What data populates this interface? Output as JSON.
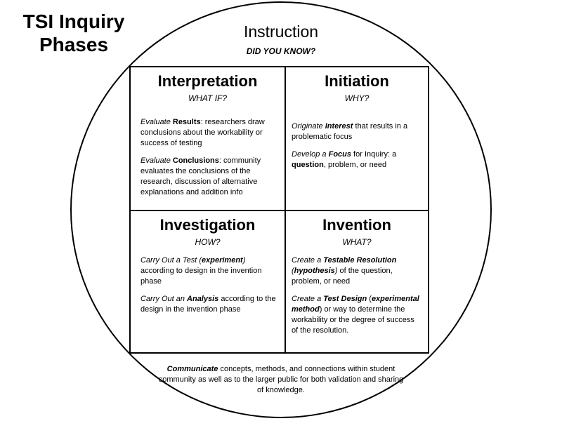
{
  "title": {
    "line1": "TSI Inquiry",
    "line2": "Phases"
  },
  "instruction": {
    "title": "Instruction",
    "subtitle": "DID YOU KNOW?"
  },
  "quadrants": {
    "interpretation": {
      "title": "Interpretation",
      "question": "WHAT IF?",
      "p1": {
        "a": "Evaluate ",
        "b": "Results",
        "c": ": researchers draw conclusions about the workability or success of testing"
      },
      "p2": {
        "a": "Evaluate ",
        "b": "Conclusions",
        "c": ": community evaluates the conclusions of the research, discussion of alternative explanations and addition info"
      }
    },
    "initiation": {
      "title": "Initiation",
      "question": "WHY?",
      "p1": {
        "a": "Originate ",
        "b": "Interest",
        "c": " that results in a problematic focus"
      },
      "p2": {
        "a": "Develop a ",
        "b": "Focus",
        "c": " for Inquiry: a ",
        "d": "question",
        "e": ", problem, or need"
      }
    },
    "investigation": {
      "title": "Investigation",
      "question": "HOW?",
      "p1": {
        "a": "Carry Out a Test (",
        "b": "experiment",
        "c": ")",
        "d": " according to design in the invention phase"
      },
      "p2": {
        "a": "Carry Out an ",
        "b": "Analysis",
        "c": " according to the design in the invention phase"
      }
    },
    "invention": {
      "title": "Invention",
      "question": "WHAT?",
      "p1": {
        "a": "Create a ",
        "b": "Testable Resolution",
        "c": " (",
        "d": "hypothesis",
        "e": ")",
        "f": " of the question, problem, or need"
      },
      "p2": {
        "a": "Create a ",
        "b": "Test Design",
        "c": " (",
        "d": "experimental method",
        "e": ") or way to determine the workability or the degree of success of the resolution."
      }
    }
  },
  "footer": {
    "lead": "Communicate",
    "text": " concepts, methods, and connections within student community as well as to the larger public for both validation and sharing of knowledge."
  }
}
